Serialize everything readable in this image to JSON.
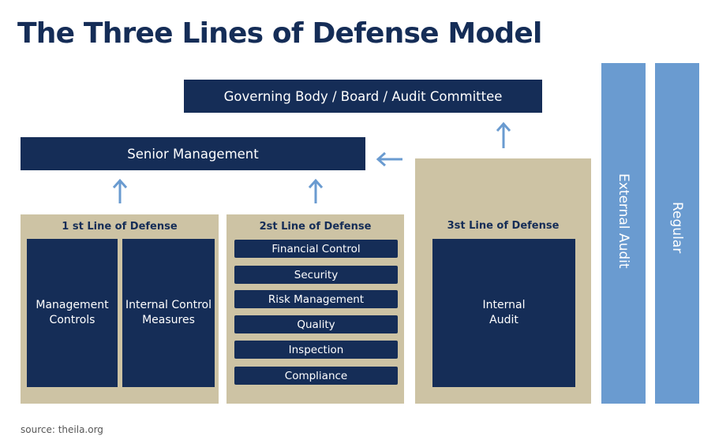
{
  "title": "The Three Lines of Defense Model",
  "governing_body": "Governing Body / Board / Audit Committee",
  "senior_management": "Senior Management",
  "first_line": {
    "label": "1 st Line of Defense",
    "boxes": [
      "Management Controls",
      "Internal Control Measures"
    ]
  },
  "second_line": {
    "label": "2st Line of Defense",
    "items": [
      "Financial Control",
      "Security",
      "Risk Management",
      "Quality",
      "Inspection",
      "Compliance"
    ]
  },
  "third_line": {
    "label": "3st Line of Defense",
    "box": "Internal Audit"
  },
  "external_audit": "External Audit",
  "regulator": "Regular",
  "source": "source: theila.org",
  "colors": {
    "navy": "#152d57",
    "tan": "#cdc3a4",
    "blue": "#6a9bd0",
    "arrow": "#6a9bd0"
  }
}
